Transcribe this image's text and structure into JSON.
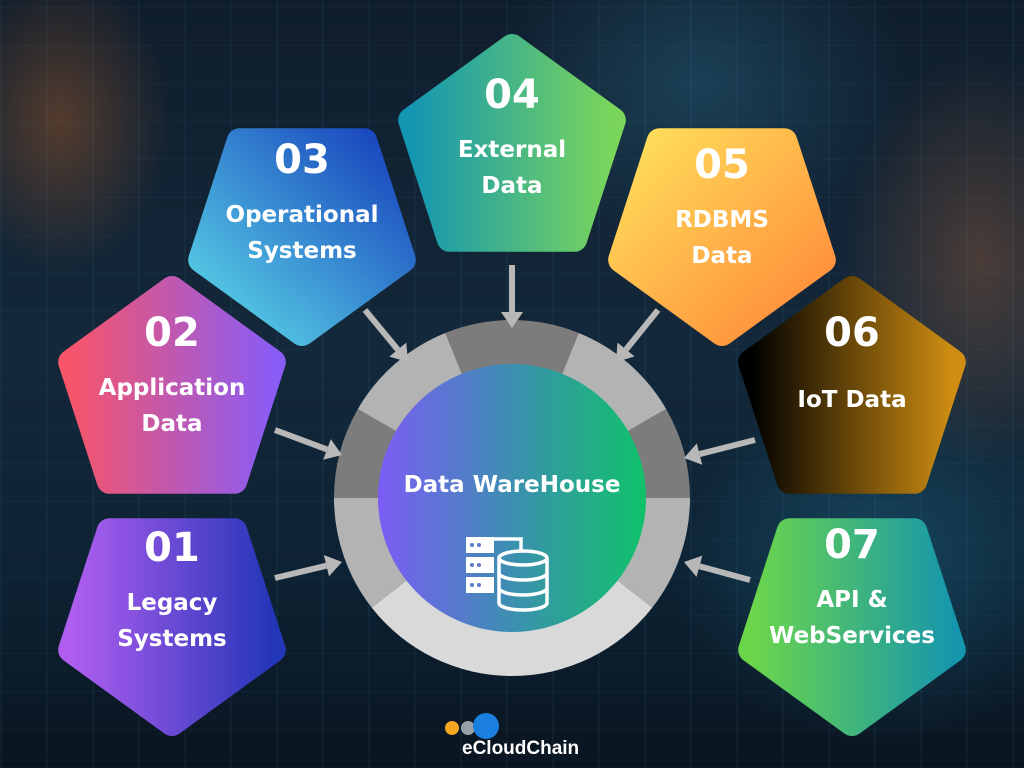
{
  "center": {
    "title": "Data WareHouse",
    "icon": "database-server-icon"
  },
  "sources": [
    {
      "number": "01",
      "lines": [
        "Legacy",
        "Systems"
      ],
      "colors": [
        "#b05ef0",
        "#2436b8"
      ]
    },
    {
      "number": "02",
      "lines": [
        "Application",
        "Data"
      ],
      "colors": [
        "#f6556a",
        "#8a5cf5"
      ]
    },
    {
      "number": "03",
      "lines": [
        "Operational",
        "Systems"
      ],
      "colors": [
        "#5cdae8",
        "#1640bc"
      ]
    },
    {
      "number": "04",
      "lines": [
        "External",
        "Data"
      ],
      "colors": [
        "#1496b2",
        "#7ad65a"
      ]
    },
    {
      "number": "05",
      "lines": [
        "RDBMS",
        "Data"
      ],
      "colors": [
        "#ffe05c",
        "#ff8636"
      ]
    },
    {
      "number": "06",
      "lines": [
        "IoT Data",
        ""
      ],
      "colors": [
        "#000000",
        "#cf8e12"
      ]
    },
    {
      "number": "07",
      "lines": [
        "API &",
        "WebServices"
      ],
      "colors": [
        "#6cd64a",
        "#1696ac"
      ]
    }
  ],
  "logo": {
    "text": "eCloudChain",
    "colors": [
      "#f5a623",
      "#9aa0a6",
      "#1a7fe0"
    ]
  }
}
